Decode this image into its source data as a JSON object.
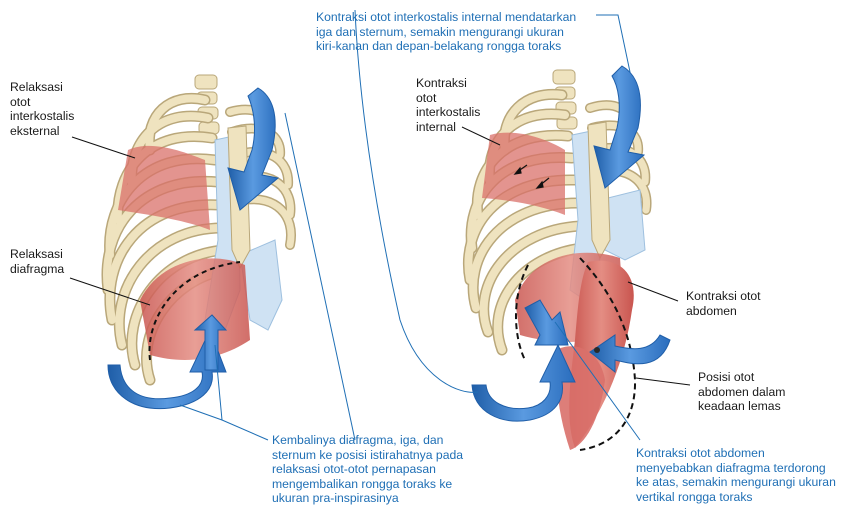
{
  "labels": {
    "relax_external": [
      "Relaksasi",
      "otot",
      "interkostalis",
      "eksternal"
    ],
    "relax_diaphragm": [
      "Relaksasi",
      "diafragma"
    ],
    "internal_contraction_top": [
      "Kontraksi otot interkostalis internal mendatarkan",
      "iga dan sternum, semakin mengurangi ukuran",
      "kiri-kanan dan depan-belakang rongga toraks"
    ],
    "internal_contraction": [
      "Kontraksi",
      "otot",
      "interkostalis",
      "internal"
    ],
    "abdomen_contraction": [
      "Kontraksi otot",
      "abdomen"
    ],
    "abdomen_relaxed": [
      "Posisi otot",
      "abdomen dalam",
      "keadaan lemas"
    ],
    "return_note": [
      "Kembalinya diafragma, iga, dan",
      "sternum ke posisi istirahatnya pada",
      "relaksasi otot-otot pernapasan",
      "mengembalikan rongga toraks ke",
      "ukuran pra-inspirasinya"
    ],
    "abdomen_push": [
      "Kontraksi otot abdomen",
      "menyebabkan diafragma terdorong",
      "ke atas, semakin mengurangi ukuran",
      "vertikal rongga toraks"
    ]
  },
  "colors": {
    "bone": "#efe3bf",
    "bone_edge": "#b9a77a",
    "cartilage": "#cfe2f3",
    "muscle": "#d9706a",
    "arrow_blue": "#2f72c3",
    "label_blue": "#1f6fb5"
  }
}
